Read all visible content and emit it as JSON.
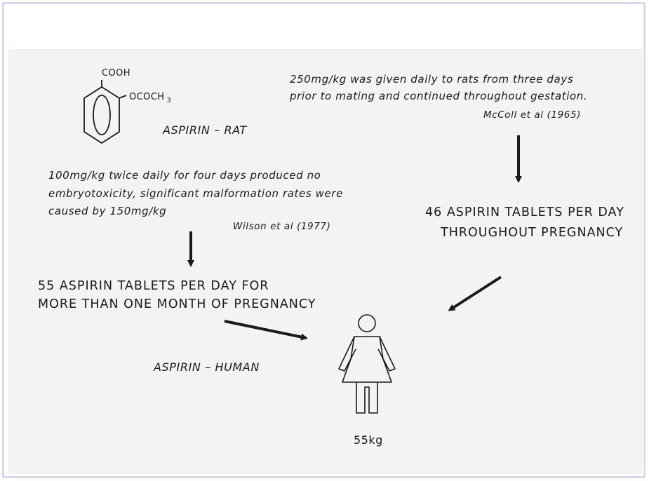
{
  "structure": {
    "cooh": "COOH",
    "ococh": "OCOCH",
    "ococh_subscript": "3"
  },
  "rat": {
    "heading": "ASPIRIN – RAT",
    "study_left": {
      "lines": [
        "100mg/kg twice daily for four days produced no",
        "embryotoxicity, significant malformation rates were",
        "caused by 150mg/kg"
      ],
      "citation": "Wilson et al (1977)"
    },
    "study_right": {
      "lines": [
        "250mg/kg was given daily to rats from three days",
        "prior to mating and continued throughout gestation."
      ],
      "citation": "McColl et al (1965)"
    }
  },
  "human": {
    "heading": "ASPIRIN – HUMAN",
    "equivalent_left": [
      "55 ASPIRIN TABLETS PER DAY FOR",
      "MORE THAN ONE MONTH OF PREGNANCY"
    ],
    "equivalent_right": [
      "46 ASPIRIN TABLETS PER DAY",
      "THROUGHOUT PREGNANCY"
    ],
    "body_weight": "55kg"
  },
  "colors": {
    "frame_border": "#d6d9ec",
    "scan_background": "#f3f3f2",
    "ink": "#1a1a1a"
  },
  "icons": [
    "aspirin-benzene-ring-icon",
    "woman-figure-icon",
    "arrow-icon"
  ]
}
